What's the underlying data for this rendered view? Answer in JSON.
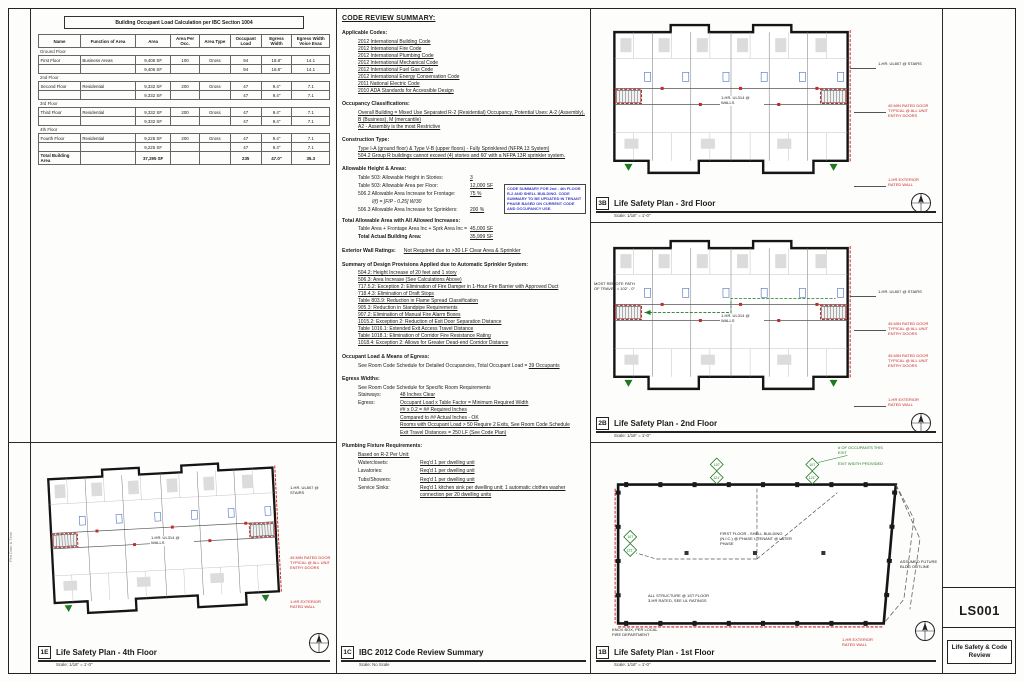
{
  "sheet": {
    "number": "LS001",
    "title": "Life Safety & Code Review",
    "edge_note": "Plot Date & Time",
    "colors": {
      "rated_red": "#c62828",
      "exit_green": "#1f7a1f",
      "note_blue": "#3a3ac8",
      "linework": "#1a1a1a"
    }
  },
  "occupant_table": {
    "title": "Building Occupant Load Calculation per IBC Section 1004",
    "headers": [
      "Name",
      "Function of Area",
      "Area",
      "Area Per Occ.",
      "Area Type",
      "Occupant Load",
      "Egress Width",
      "Egress Width Voice Evac"
    ],
    "rows": [
      {
        "cls": "group",
        "c0": "Ground Floor"
      },
      {
        "cls": "data",
        "c0": "First Floor",
        "c1": "Business Areas",
        "c2": "9,406 SF",
        "c3": "100",
        "c4": "Gross",
        "c5": "94",
        "c6": "18.8\"",
        "c7": "14.1"
      },
      {
        "cls": "subtotal",
        "c2": "9,406 SF",
        "c5": "94",
        "c6": "18.8\"",
        "c7": "14.1"
      },
      {
        "cls": "group",
        "c0": "2nd Floor"
      },
      {
        "cls": "data",
        "c0": "Second Floor",
        "c1": "Residential",
        "c2": "9,332 SF",
        "c3": "200",
        "c4": "Gross",
        "c5": "47",
        "c6": "9.4\"",
        "c7": "7.1"
      },
      {
        "cls": "subtotal",
        "c2": "9,332 SF",
        "c5": "47",
        "c6": "9.4\"",
        "c7": "7.1"
      },
      {
        "cls": "group",
        "c0": "3rd Floor"
      },
      {
        "cls": "data",
        "c0": "Third Floor",
        "c1": "Residential",
        "c2": "9,332 SF",
        "c3": "200",
        "c4": "Gross",
        "c5": "47",
        "c6": "9.4\"",
        "c7": "7.1"
      },
      {
        "cls": "subtotal",
        "c2": "9,332 SF",
        "c5": "47",
        "c6": "9.4\"",
        "c7": "7.1"
      },
      {
        "cls": "group",
        "c0": "4th Floor"
      },
      {
        "cls": "data",
        "c0": "Fourth Floor",
        "c1": "Residential",
        "c2": "9,225 SF",
        "c3": "200",
        "c4": "Gross",
        "c5": "47",
        "c6": "9.4\"",
        "c7": "7.1"
      },
      {
        "cls": "subtotal",
        "c2": "9,225 SF",
        "c5": "47",
        "c6": "9.4\"",
        "c7": "7.1"
      },
      {
        "cls": "total",
        "c0": "Total Building Area",
        "c2": "37,295 SF",
        "c5": "235",
        "c6": "47.0\"",
        "c7": "35.3"
      }
    ]
  },
  "code_summary": {
    "title": "CODE REVIEW SUMMARY:",
    "applicable_codes_label": "Applicable Codes:",
    "applicable_codes": [
      "2012 International Building Code",
      "2012 International Fire Code",
      "2012 International Plumbing Code",
      "2012 International Mechanical Code",
      "2012 International Fuel Gas Code",
      "2012 International Energy Conservation Code",
      "2011 National Electric Code",
      "2010 ADA Standards for Accessible Design"
    ],
    "occupancy_label": "Occupancy Classifications:",
    "occupancy_lines": [
      "Overall Building = Mixed Use Separated R-2 (Residential) Occupancy, Potential Uses: A-2 (Assembly), B (Business), M (mercantile)",
      "A2 - Assembly is the most Restrictive"
    ],
    "construction_label": "Construction Type:",
    "construction_lines": [
      "Type I-A (ground floor) & Type V-B (upper floors) - Fully Sprinklered (NFPA 13 System)",
      "504.2 Group R buildings cannot exceed (4) stories and 60' with a NFPA 13R sprinkler system."
    ],
    "allowable_label": "Allowable Height & Areas:",
    "allowable_rows": [
      {
        "label": "Table 503: Allowable Height in Stories:",
        "value": "3",
        "cls": "plain"
      },
      {
        "label": "Table 503: Allowable Area per Floor:",
        "value": "12,000 SF",
        "cls": "plain"
      },
      {
        "label": "506.2 Allowable Area Increase for Frontage:",
        "value": "75 %",
        "cls": "plain"
      },
      {
        "label": "I(f) = [F/P - 0.25] W/30",
        "value": "",
        "cls": "sub"
      },
      {
        "label": "506.3 Allowable Area Increase for Sprinklers:",
        "value": "200 %",
        "cls": "plain"
      }
    ],
    "note_box": "CODE SUMMARY FOR 2nd - 4th FLOOR R-2 AND SHELL BUILDING. CODE SUMMARY TO BE UPDATED IN TENANT PHASE BASED ON CURRENT CODE AND OCCUPANCY USE.",
    "total_allowable_label": "Total Allowable Area with All Allowed Increases:",
    "total_formula_label": "Table Area + Frontage Area Inc + Sprk Area Inc =",
    "total_formula_value": "45,000 SF",
    "total_actual_label": "Total Actual Building Area:",
    "total_actual_value": "35,999 SF",
    "exterior_label": "Exterior Wall Ratings:",
    "exterior_value": "Not Required due to >30 LF Clear Area & Sprinkler",
    "provisions_label": "Summary of Design Provisions Applied due to Automatic Sprinkler System:",
    "provisions": [
      "504.2: Height Increase of 20 feet and 1 story",
      "506.3: Area Increase (See Calculations Above)",
      "717.5.2: Exception 2: Elimination of Fire Damper in 1-Hour Fire Barrier with Approved Duct",
      "718.4.3: Elimination of Draft Stops",
      "Table 803.9: Reduction in Flame Spread Classification",
      "905.3: Reduction in Standpipe Requirements",
      "907.2: Elimination of Manual Fire Alarm Boxes",
      "1015.2: Exception 2: Reduction of Exit Door Separation Distance",
      "Table 1016.1: Extended Exit Access Travel Distance",
      "Table 1018.1: Elimination of Corridor Fire Resistance Rating",
      "1018.4: Exception 2: Allows for Greater Dead-end Corridor Distance"
    ],
    "occupant_label": "Occupant Load & Means of Egress:",
    "occupant_line": "See Room Code Schedule for Detailed Occupancies, Total Occupant Load =",
    "occupant_value": "39 Occupants",
    "egress_label": "Egress Widths:",
    "egress_intro": "See Room Code Schedule for Specific Room Requirements",
    "egress_rows": [
      {
        "label": "Stairways:",
        "value": "48 Inches Clear"
      },
      {
        "label": "Egress:",
        "value": "Occupant Load x Table Factor = Minimum Required Width"
      },
      {
        "label": "",
        "value": "## x 0.2 = ## Required Inches"
      },
      {
        "label": "",
        "value": "Compared to ## Actual Inches - OK"
      },
      {
        "label": "",
        "value": "Rooms with Occupant Load > 50 Require 2 Exits, See Room Code Schedule"
      },
      {
        "label": "",
        "value": "Exit Travel Distances = 250 LF (See Code Plan)"
      }
    ],
    "plumbing_label": "Plumbing Fixture Requirements:",
    "plumbing_intro": "Based on R-2 Per Unit:",
    "plumbing_rows": [
      {
        "label": "Waterclosets:",
        "value": "Req'd 1 per dwelling unit"
      },
      {
        "label": "Lavatories:",
        "value": "Req'd 1 per dwelling unit"
      },
      {
        "label": "Tubs/Showers:",
        "value": "Req'd 1 per dwelling unit"
      },
      {
        "label": "Service Sinks:",
        "value": "Req'd 1 kitchen sink per dwelling unit; 1 automatic clothes washer connection per 20 dwelling units"
      }
    ]
  },
  "views": {
    "v3b": {
      "id": "3B",
      "title": "Life Safety Plan - 3rd Floor",
      "scale": "Scale:  1/16\" = 1'-0\""
    },
    "v2b": {
      "id": "2B",
      "title": "Life Safety Plan - 2nd Floor",
      "scale": "Scale:  1/16\" = 1'-0\""
    },
    "v1e": {
      "id": "1E",
      "title": "Life Safety Plan - 4th Floor",
      "scale": "Scale:  1/16\" = 1'-0\""
    },
    "v1c": {
      "id": "1C",
      "title": "IBC 2012 Code Review Summary",
      "scale": "Scale:  No Scale"
    },
    "v1b": {
      "id": "1B",
      "title": "Life Safety Plan - 1st Floor",
      "scale": "Scale:  1/16\" = 1'-0\""
    }
  },
  "annotations": {
    "stairs": "1-HR. UL807 @ STAIRS",
    "walls": "1-HR. UL314 @ WALLS",
    "doors": "45 MIN RATED DOOR TYPICAL @ ALL UNIT ENTRY DOORS",
    "ext_wall": "1-HR EXTERIOR RATED WALL",
    "remote_path": "MOST REMOTE PATH OF TRAVEL = 102' - 0\"",
    "occupants_exit": "# OF OCCUPANTS THIS EXIT",
    "exit_width": "EXIT WIDTH PROVIDED",
    "shell": "FIRST FLOOR - SHELL BUILDING (N.I.C.) @ PHASE I; TENANT @ LATER PHASE",
    "structure": "ALL STRUCTURE @ 1st FLOOR 3-HR RATED, SEE UL RATINGS",
    "knox": "KNOX BOX, PER LOCAL FIRE DEPARTMENT",
    "future": "ASSUMED FUTURE BLDG OUTLINE",
    "exit_occ": "107",
    "exit_w": "121\""
  }
}
